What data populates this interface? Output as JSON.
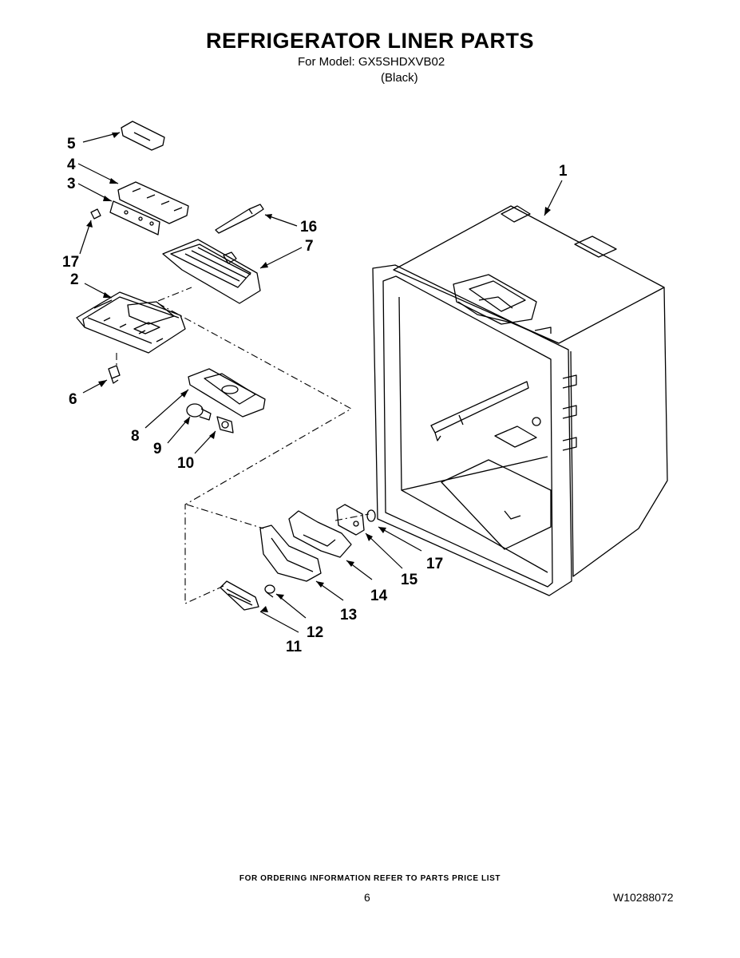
{
  "header": {
    "title": "REFRIGERATOR LINER PARTS",
    "model_line": "For Model: GX5SHDXVB02",
    "color_line": "(Black)"
  },
  "callouts": [
    "1",
    "2",
    "3",
    "4",
    "5",
    "6",
    "7",
    "8",
    "9",
    "10",
    "11",
    "12",
    "13",
    "14",
    "15",
    "16",
    "17",
    "17"
  ],
  "footer": {
    "note": "FOR ORDERING INFORMATION REFER TO PARTS PRICE LIST",
    "page_number": "6",
    "document_number": "W10288072"
  }
}
